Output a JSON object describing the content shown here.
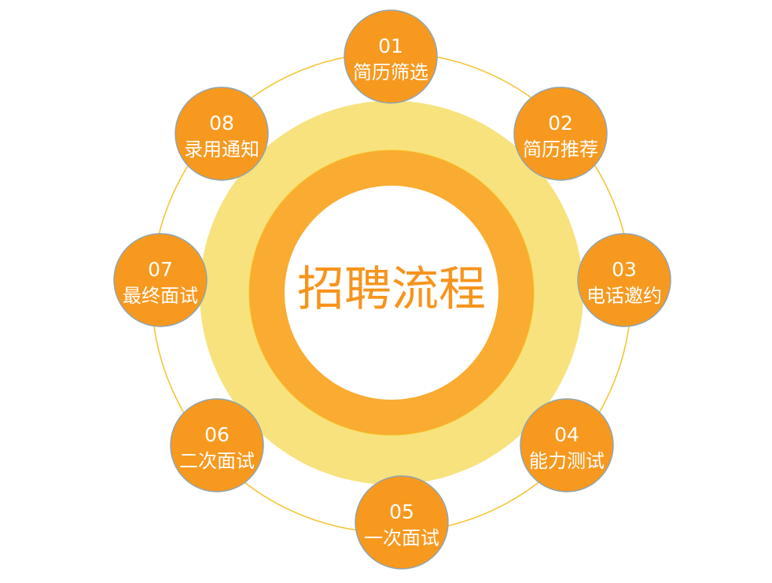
{
  "title": "招聘流程",
  "colors": {
    "node": "#F7991F",
    "node_border": "#8FA4AE",
    "ring_outer": "#F7E27E",
    "ring_inner": "#F9AB32",
    "orbit": "#F6C12A",
    "title": "#F7941D"
  },
  "steps": [
    {
      "num": "01",
      "label": "简历筛选"
    },
    {
      "num": "02",
      "label": "简历推荐"
    },
    {
      "num": "03",
      "label": "电话邀约"
    },
    {
      "num": "04",
      "label": "能力测试"
    },
    {
      "num": "05",
      "label": "一次面试"
    },
    {
      "num": "06",
      "label": "二次面试"
    },
    {
      "num": "07",
      "label": "最终面试"
    },
    {
      "num": "08",
      "label": "录用通知"
    }
  ]
}
